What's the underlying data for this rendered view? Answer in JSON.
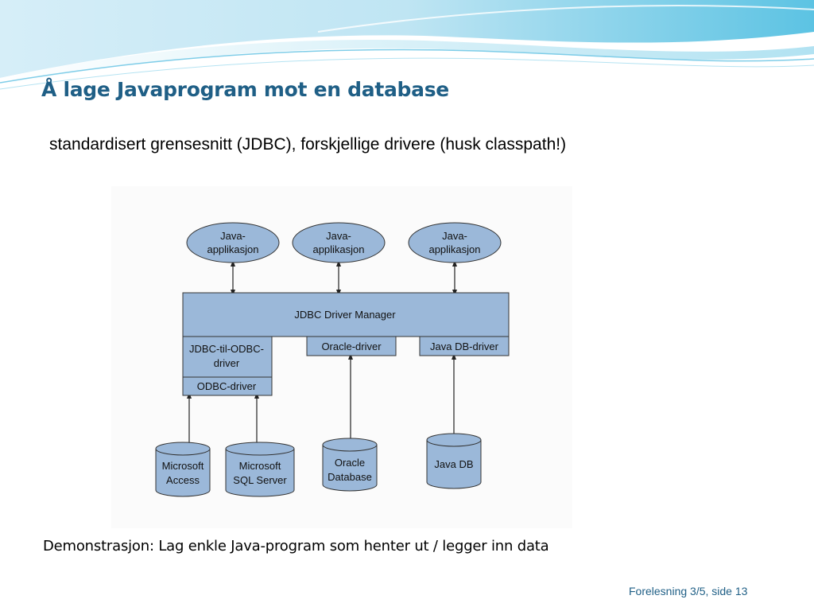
{
  "slide": {
    "title": "Å lage Javaprogram mot en database",
    "subtitle": "standardisert grensesnitt (JDBC), forskjellige drivere (husk classpath!)",
    "demo_text": "Demonstrasjon: Lag enkle Java-program som henter ut / legger inn data",
    "footer": "Forelesning 3/5, side 13"
  },
  "diagram": {
    "fill_color": "#9bb8d9",
    "stroke_color": "#333333",
    "applications": [
      {
        "line1": "Java-",
        "line2": "applikasjon"
      },
      {
        "line1": "Java-",
        "line2": "applikasjon"
      },
      {
        "line1": "Java-",
        "line2": "applikasjon"
      }
    ],
    "driver_manager": "JDBC Driver Manager",
    "drivers": {
      "jdbc_odbc_line1": "JDBC-til-ODBC-",
      "jdbc_odbc_line2": "driver",
      "odbc": "ODBC-driver",
      "oracle": "Oracle-driver",
      "javadb": "Java DB-driver"
    },
    "databases": [
      {
        "line1": "Microsoft",
        "line2": "Access"
      },
      {
        "line1": "Microsoft",
        "line2": "SQL Server"
      },
      {
        "line1": "Oracle",
        "line2": "Database"
      },
      {
        "line1": "Java DB",
        "line2": ""
      }
    ]
  }
}
